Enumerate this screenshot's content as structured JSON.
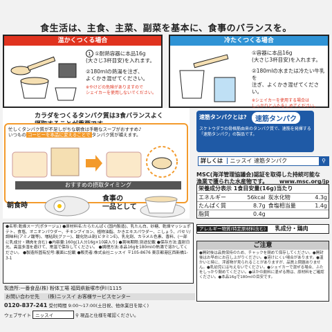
{
  "header": {
    "title": "食生活は、主食、主菜、副菜を基本に、食事のバランスを。"
  },
  "warm": {
    "header": "温かくつくる場合",
    "step1": "①耐熱容器に本品16g",
    "step1b": "(大さじ3杯目安)を入れます。",
    "step2": "②180mlの熱湯を注ぎ、",
    "step2b": "よくかき混ぜてください。",
    "note1": "※やけどの危険がありますので",
    "note2": "シェイカーを使用しないでください。"
  },
  "cold": {
    "header": "冷たくつくる場合",
    "step1": "①容器に本品16g",
    "step1b": "(大さじ3杯目安)を入れます。",
    "step2": "②180mlの水または冷たい牛乳を",
    "step2b": "注ぎ、よくかき混ぜてください。",
    "note1": "※シェイカーを使用する場合は",
    "note2": "しっかりとふたをしめてください。"
  },
  "protein": {
    "title1": "カラダをつくるタンパク質は3食バランスよく",
    "title2": "摂取することが重要です。",
    "desc1": "忙しくタンパク質が不足しがちな朝食は手軽なスープがおすすめ♪",
    "desc2": "いつもの",
    "desc3": "コーヒーを本品に変えることで",
    "desc4": "タンパク質が補えます。",
    "timing": "おすすめの摂取タイミング",
    "breakfast": "朝食時",
    "side1": "食事の",
    "side2": "一品として"
  },
  "brand": {
    "question": "速筋タンパクとは?",
    "logo": "速筋タンパク",
    "desc": "スケトウダラの骨格筋由来のタンパク質で、速筋を発揮する「速筋タンパク」の製品です。",
    "detail": "詳しくは",
    "search": "ニッスイ 速筋タンパク",
    "msc1": "MSC(海洋管理協議会)認証を取得した持続可能な",
    "msc2": "漁業で獲られた水産物です。",
    "url": "www.msc.org/jp"
  },
  "nutrition": {
    "title": "栄養成分表示 1食目安量(16g)当たり",
    "rows": [
      {
        "l1": "エネルギー",
        "v1": "56kcal",
        "l2": "炭水化物",
        "v2": "4.3g"
      },
      {
        "l1": "たんぱく質",
        "v1": "8.7g",
        "l2": "食塩相当量",
        "v2": "1.4g"
      },
      {
        "l1": "脂質",
        "v1": "0.4g",
        "l2": "",
        "v2": ""
      }
    ]
  },
  "allergy": {
    "label": "アレルギー物質(特定原材料含む)",
    "value": "乳成分・鶏肉"
  },
  "caution": {
    "title": "ご注意",
    "text": "●開封後は品質保持のため、チャックを閉めて保存してください。●開封後はお早めにお召し上がりください。●溶けにくい場合があります。●温かいと時に、浮遊物が見られることがありますが、品質上問題ありません。●乳幼児には与えないでください。●シェイカーで混ぜる場合、ふたをしっかり閉めてください。●ほかの飲料に混ぜる際は、原材料をご確認ください。●本品16gで180mlの目安です。"
  },
  "ingredients": {
    "text": "●名称:乾燥スープ(ポタージュ) ●原材料名:たらたんぱく(国内製造)、乳たん白、砂糖、乾燥マッシュポテト、食塩、オニオンパウダー、チキンブイヨン、植物油脂、かきエキスパウダー、こしょう、パセリ/調味料(アミノ酸等)、増粘剤(グァー)、酸化防止剤(ビタミンE)、乳化剤、カラメル色素、香料、(一部に乳成分・鶏肉を含む) ●内容量:160g(1人分16g×10袋入り) ●賞味期限:別途記載 ●保存方法:直射日光、高温多湿を避けて、常温で保存してください。 ●調理方法:本品16gを180mlの熱湯で溶かしてください。 ●製造所固有記号:裏面に記載 ●販売者:株式会社ニッスイ 〒105-8676 東京都港区西新橋1-3-1"
  },
  "footer": {
    "maker": "製造所:一番食品(株) 粉体工場 福岡県飯塚市伊川1115",
    "contact": "お問い合わせ先",
    "company": "(株)ニッスイ お客様サービスセンター",
    "phone": "0120-837-241",
    "hours": "受付時間 9:00〜17:00(土日祝、他休業日を除く)",
    "website": "ウェブサイト",
    "search": "ニッスイ",
    "hint": "現品と仕様を確認ください。"
  },
  "colors": {
    "warm": "#e0331f",
    "cold": "#2f93d5",
    "accent": "#f39a2b",
    "brand": "#1f5aa6"
  }
}
